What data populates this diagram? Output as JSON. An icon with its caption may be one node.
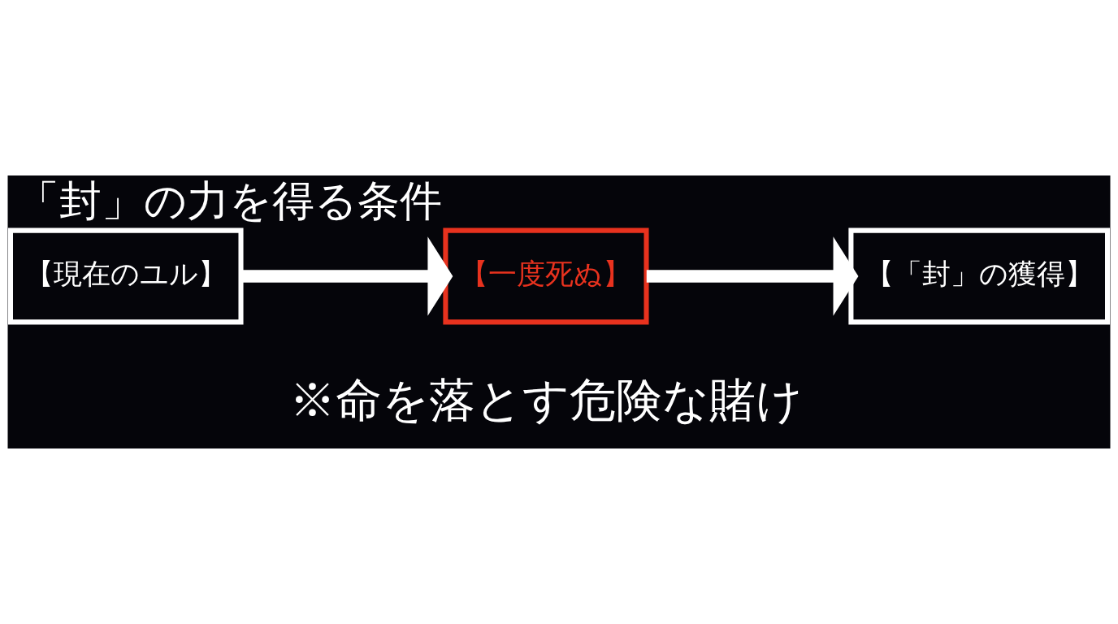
{
  "diagram": {
    "title": "「封」の力を得る条件",
    "nodes": [
      {
        "text": [
          "【現在のユル】"
        ]
      },
      {
        "text": [
          "【一度死ぬ】"
        ]
      },
      {
        "text": [
          "【「封」の獲得】"
        ]
      }
    ],
    "edges": [
      {
        "from": 0,
        "to": 1,
        "arrow": "to"
      },
      {
        "from": 1,
        "to": 2,
        "arrow": "to"
      }
    ],
    "labels": [
      "※命を落とす危険な賭け"
    ]
  }
}
